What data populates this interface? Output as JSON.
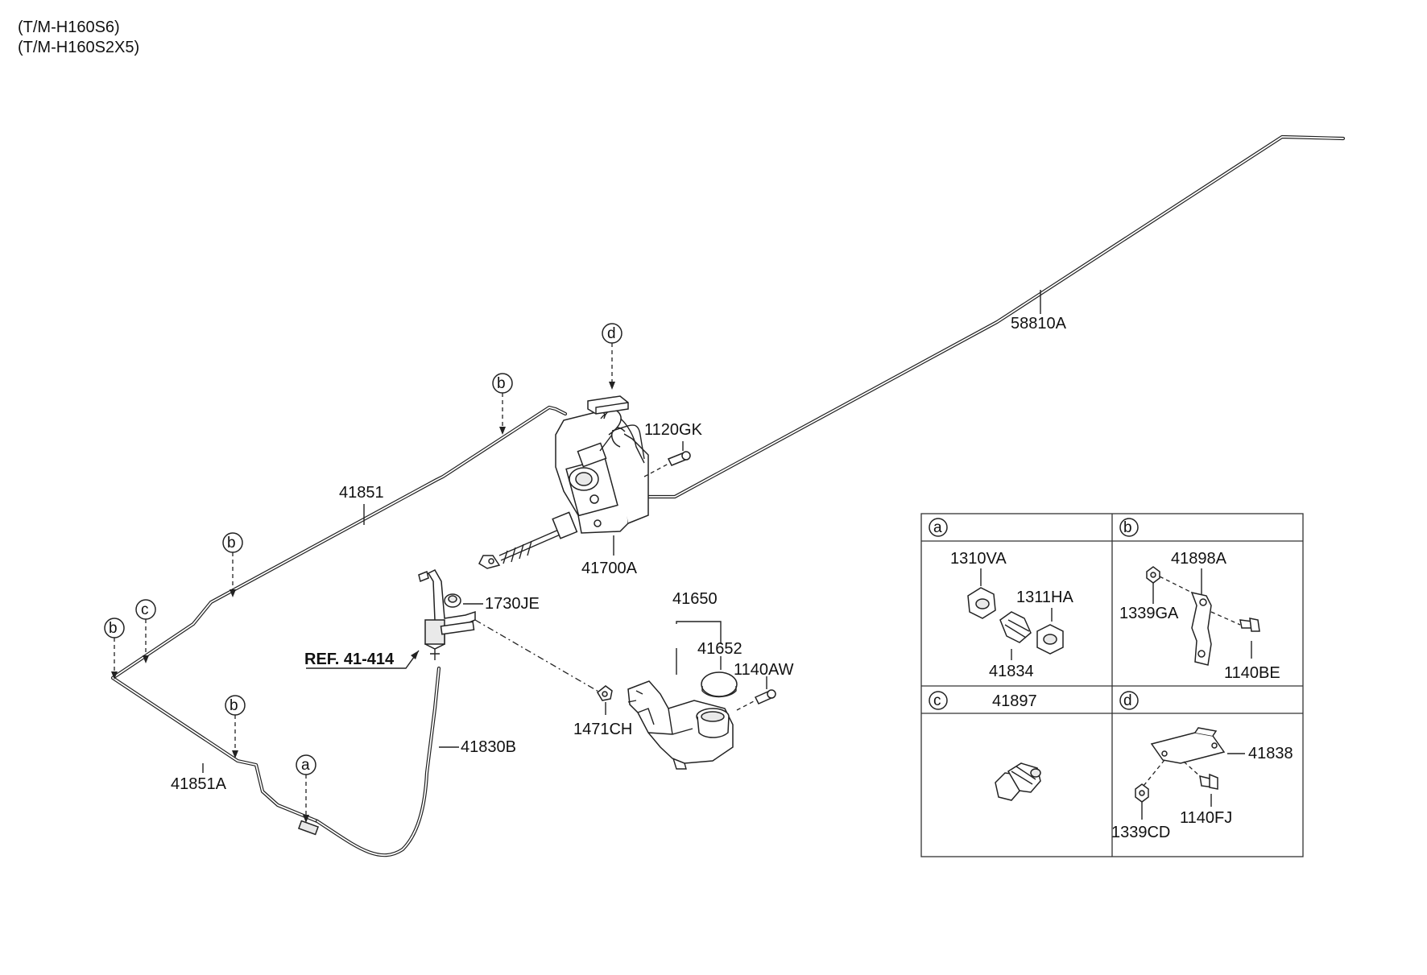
{
  "header": {
    "line1": "(T/M-H160S6)",
    "line2": "(T/M-H160S2X5)"
  },
  "labels": {
    "p58810A": "58810A",
    "p41851": "41851",
    "p41851A": "41851A",
    "p1120GK": "1120GK",
    "p41700A": "41700A",
    "p1730JE": "1730JE",
    "ref": "REF. 41-414",
    "p41830B": "41830B",
    "p41650": "41650",
    "p41652": "41652",
    "p1140AW": "1140AW",
    "p1471CH": "1471CH"
  },
  "callouts": {
    "a": "a",
    "b": "b",
    "c": "c",
    "d": "d"
  },
  "table": {
    "a": {
      "header": "a",
      "labels": [
        "1310VA",
        "1311HA",
        "41834"
      ]
    },
    "b": {
      "header": "b",
      "labels": [
        "41898A",
        "1339GA",
        "1140BE"
      ]
    },
    "c": {
      "header": "c",
      "title": "41897"
    },
    "d": {
      "header": "d",
      "labels": [
        "41838",
        "1339CD",
        "1140FJ"
      ]
    }
  }
}
